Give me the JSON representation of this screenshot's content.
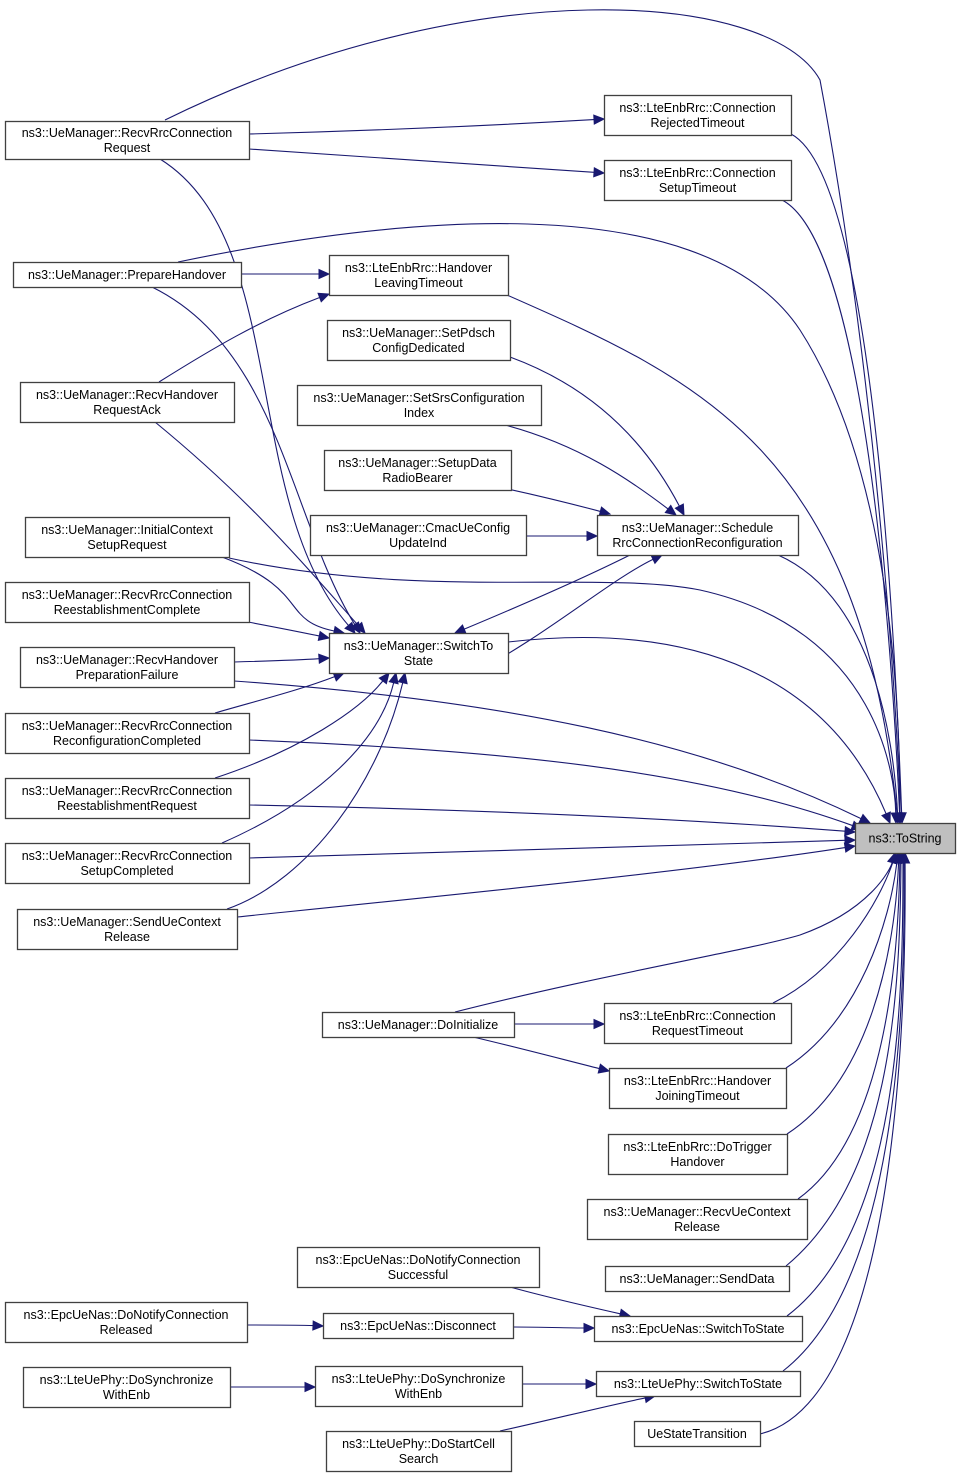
{
  "diagram": {
    "title": "ns3::ToString caller graph",
    "edge_color": "#191970",
    "target_fill": "#bfbfbf",
    "nodes": [
      {
        "id": "tostring",
        "lines": [
          "ns3::ToString"
        ],
        "target": true
      },
      {
        "id": "recvRrcConnReq",
        "lines": [
          "ns3::UeManager::RecvRrcConnection",
          "Request"
        ]
      },
      {
        "id": "connRejTimeout",
        "lines": [
          "ns3::LteEnbRrc::Connection",
          "RejectedTimeout"
        ]
      },
      {
        "id": "connSetupTimeout",
        "lines": [
          "ns3::LteEnbRrc::Connection",
          "SetupTimeout"
        ]
      },
      {
        "id": "prepareHandover",
        "lines": [
          "ns3::UeManager::PrepareHandover"
        ]
      },
      {
        "id": "hoLeavingTimeout",
        "lines": [
          "ns3::LteEnbRrc::Handover",
          "LeavingTimeout"
        ]
      },
      {
        "id": "setPdsch",
        "lines": [
          "ns3::UeManager::SetPdsch",
          "ConfigDedicated"
        ]
      },
      {
        "id": "recvHoReqAck",
        "lines": [
          "ns3::UeManager::RecvHandover",
          "RequestAck"
        ]
      },
      {
        "id": "setSrs",
        "lines": [
          "ns3::UeManager::SetSrsConfiguration",
          "Index"
        ]
      },
      {
        "id": "setupDrb",
        "lines": [
          "ns3::UeManager::SetupData",
          "RadioBearer"
        ]
      },
      {
        "id": "initCtxSetup",
        "lines": [
          "ns3::UeManager::InitialContext",
          "SetupRequest"
        ]
      },
      {
        "id": "cmacUeConfig",
        "lines": [
          "ns3::UeManager::CmacUeConfig",
          "UpdateInd"
        ]
      },
      {
        "id": "schedRrcReconf",
        "lines": [
          "ns3::UeManager::Schedule",
          "RrcConnectionReconfiguration"
        ]
      },
      {
        "id": "recvReestComplete",
        "lines": [
          "ns3::UeManager::RecvRrcConnection",
          "ReestablishmentComplete"
        ]
      },
      {
        "id": "switchToState",
        "lines": [
          "ns3::UeManager::SwitchTo",
          "State"
        ]
      },
      {
        "id": "recvHoPrepFail",
        "lines": [
          "ns3::UeManager::RecvHandover",
          "PreparationFailure"
        ]
      },
      {
        "id": "recvReconfCompleted",
        "lines": [
          "ns3::UeManager::RecvRrcConnection",
          "ReconfigurationCompleted"
        ]
      },
      {
        "id": "recvReestRequest",
        "lines": [
          "ns3::UeManager::RecvRrcConnection",
          "ReestablishmentRequest"
        ]
      },
      {
        "id": "recvSetupCompleted",
        "lines": [
          "ns3::UeManager::RecvRrcConnection",
          "SetupCompleted"
        ]
      },
      {
        "id": "sendUeCtxRelease",
        "lines": [
          "ns3::UeManager::SendUeContext",
          "Release"
        ]
      },
      {
        "id": "doInitialize",
        "lines": [
          "ns3::UeManager::DoInitialize"
        ]
      },
      {
        "id": "connReqTimeout",
        "lines": [
          "ns3::LteEnbRrc::Connection",
          "RequestTimeout"
        ]
      },
      {
        "id": "hoJoiningTimeout",
        "lines": [
          "ns3::LteEnbRrc::Handover",
          "JoiningTimeout"
        ]
      },
      {
        "id": "doTriggerHo",
        "lines": [
          "ns3::LteEnbRrc::DoTrigger",
          "Handover"
        ]
      },
      {
        "id": "recvUeCtxRelease",
        "lines": [
          "ns3::UeManager::RecvUeContext",
          "Release"
        ]
      },
      {
        "id": "doNotifyConnSuccess",
        "lines": [
          "ns3::EpcUeNas::DoNotifyConnection",
          "Successful"
        ]
      },
      {
        "id": "sendData",
        "lines": [
          "ns3::UeManager::SendData"
        ]
      },
      {
        "id": "doNotifyConnReleased",
        "lines": [
          "ns3::EpcUeNas::DoNotifyConnection",
          "Released"
        ]
      },
      {
        "id": "nasDisconnect",
        "lines": [
          "ns3::EpcUeNas::Disconnect"
        ]
      },
      {
        "id": "nasSwitchToState",
        "lines": [
          "ns3::EpcUeNas::SwitchToState"
        ]
      },
      {
        "id": "phyDoSyncEnb1",
        "lines": [
          "ns3::LteUePhy::DoSynchronize",
          "WithEnb"
        ]
      },
      {
        "id": "phyDoSyncEnb2",
        "lines": [
          "ns3::LteUePhy::DoSynchronize",
          "WithEnb"
        ]
      },
      {
        "id": "phySwitchToState",
        "lines": [
          "ns3::LteUePhy::SwitchToState"
        ]
      },
      {
        "id": "phyDoStartCell",
        "lines": [
          "ns3::LteUePhy::DoStartCell",
          "Search"
        ]
      },
      {
        "id": "ueStateTransition",
        "lines": [
          "UeStateTransition"
        ]
      }
    ],
    "edges": [
      {
        "from": "recvRrcConnReq",
        "to": "tostring"
      },
      {
        "from": "recvRrcConnReq",
        "to": "connRejTimeout"
      },
      {
        "from": "recvRrcConnReq",
        "to": "connSetupTimeout"
      },
      {
        "from": "recvRrcConnReq",
        "to": "switchToState"
      },
      {
        "from": "connRejTimeout",
        "to": "tostring"
      },
      {
        "from": "connSetupTimeout",
        "to": "tostring"
      },
      {
        "from": "prepareHandover",
        "to": "tostring"
      },
      {
        "from": "prepareHandover",
        "to": "hoLeavingTimeout"
      },
      {
        "from": "prepareHandover",
        "to": "switchToState"
      },
      {
        "from": "hoLeavingTimeout",
        "to": "tostring"
      },
      {
        "from": "recvHoReqAck",
        "to": "hoLeavingTimeout"
      },
      {
        "from": "recvHoReqAck",
        "to": "switchToState"
      },
      {
        "from": "setPdsch",
        "to": "schedRrcReconf"
      },
      {
        "from": "setSrs",
        "to": "schedRrcReconf"
      },
      {
        "from": "setupDrb",
        "to": "schedRrcReconf"
      },
      {
        "from": "cmacUeConfig",
        "to": "schedRrcReconf"
      },
      {
        "from": "schedRrcReconf",
        "to": "tostring"
      },
      {
        "from": "schedRrcReconf",
        "to": "switchToState"
      },
      {
        "from": "switchToState",
        "to": "schedRrcReconf"
      },
      {
        "from": "initCtxSetup",
        "to": "tostring"
      },
      {
        "from": "initCtxSetup",
        "to": "switchToState"
      },
      {
        "from": "recvReestComplete",
        "to": "switchToState"
      },
      {
        "from": "recvHoPrepFail",
        "to": "switchToState"
      },
      {
        "from": "recvHoPrepFail",
        "to": "tostring"
      },
      {
        "from": "switchToState",
        "to": "tostring"
      },
      {
        "from": "recvReconfCompleted",
        "to": "switchToState"
      },
      {
        "from": "recvReconfCompleted",
        "to": "tostring"
      },
      {
        "from": "recvReestRequest",
        "to": "switchToState"
      },
      {
        "from": "recvReestRequest",
        "to": "tostring"
      },
      {
        "from": "recvSetupCompleted",
        "to": "switchToState"
      },
      {
        "from": "recvSetupCompleted",
        "to": "tostring"
      },
      {
        "from": "sendUeCtxRelease",
        "to": "switchToState"
      },
      {
        "from": "sendUeCtxRelease",
        "to": "tostring"
      },
      {
        "from": "doInitialize",
        "to": "tostring"
      },
      {
        "from": "doInitialize",
        "to": "connReqTimeout"
      },
      {
        "from": "doInitialize",
        "to": "hoJoiningTimeout"
      },
      {
        "from": "connReqTimeout",
        "to": "tostring"
      },
      {
        "from": "hoJoiningTimeout",
        "to": "tostring"
      },
      {
        "from": "doTriggerHo",
        "to": "tostring"
      },
      {
        "from": "recvUeCtxRelease",
        "to": "tostring"
      },
      {
        "from": "sendData",
        "to": "tostring"
      },
      {
        "from": "doNotifyConnSuccess",
        "to": "nasSwitchToState"
      },
      {
        "from": "doNotifyConnReleased",
        "to": "nasDisconnect"
      },
      {
        "from": "nasDisconnect",
        "to": "nasSwitchToState"
      },
      {
        "from": "nasSwitchToState",
        "to": "tostring"
      },
      {
        "from": "phyDoSyncEnb1",
        "to": "phyDoSyncEnb2"
      },
      {
        "from": "phyDoSyncEnb2",
        "to": "phySwitchToState"
      },
      {
        "from": "phyDoStartCell",
        "to": "phySwitchToState"
      },
      {
        "from": "phySwitchToState",
        "to": "tostring"
      },
      {
        "from": "ueStateTransition",
        "to": "tostring"
      }
    ]
  }
}
